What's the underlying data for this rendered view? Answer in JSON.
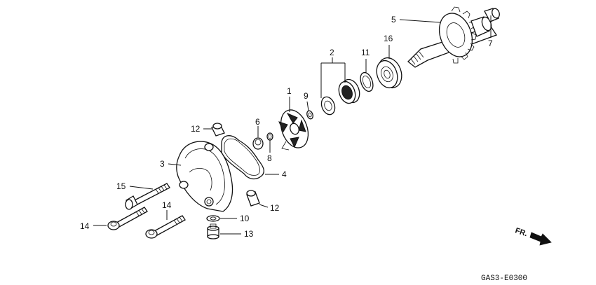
{
  "callouts": {
    "c1": "1",
    "c2": "2",
    "c3": "3",
    "c4": "4",
    "c5": "5",
    "c6": "6",
    "c7": "7",
    "c8": "8",
    "c9": "9",
    "c10": "10",
    "c11": "11",
    "c12a": "12",
    "c12b": "12",
    "c13": "13",
    "c14a": "14",
    "c14b": "14",
    "c15": "15",
    "c16": "16"
  },
  "direction_label": "FR.",
  "diagram_code": "GAS3-E0300"
}
